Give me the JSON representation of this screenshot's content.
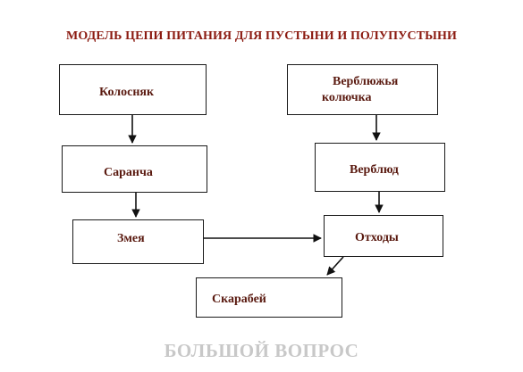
{
  "title": "МОДЕЛЬ ЦЕПИ ПИТАНИЯ ДЛЯ ПУСТЫНИ И ПОЛУПУСТЫНИ",
  "nodes": {
    "kolosnyak": "Колосняк",
    "verblyuzhya_line1": "Верблюжья",
    "verblyuzhya_line2": "колючка",
    "sarancha": "Саранча",
    "verblyud": "Верблюд",
    "zmeya": "Змея",
    "othody": "Отходы",
    "skarabey": "Скарабей"
  },
  "watermark": "БОЛЬШОЙ ВОПРОС"
}
